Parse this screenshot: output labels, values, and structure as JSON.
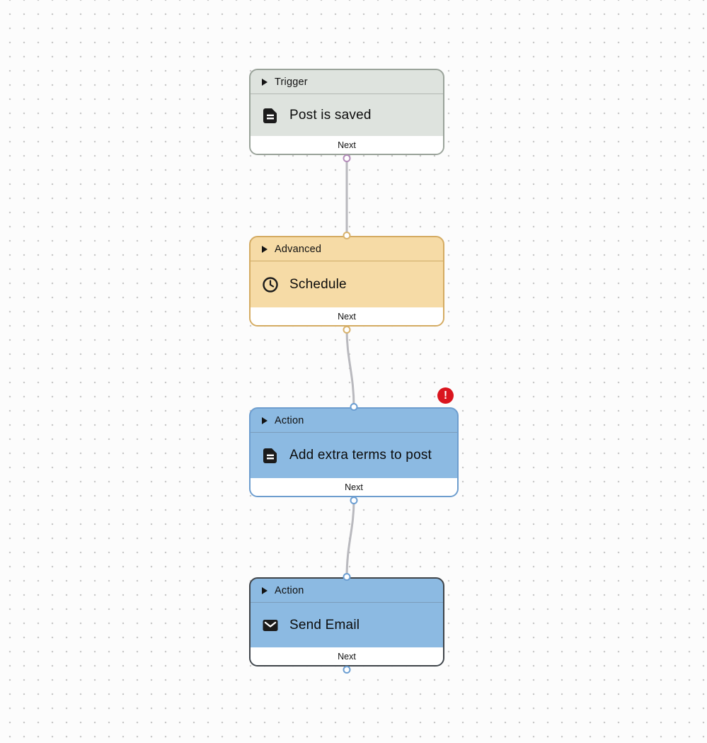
{
  "canvas": {
    "background_color": "#fcfcfc",
    "dot_color": "#c8c8c8",
    "connector_color": "#b9b9be"
  },
  "nodes": [
    {
      "category": "Trigger",
      "title": "Post is saved",
      "icon": "document-icon",
      "footer_label": "Next",
      "has_input_port": false,
      "has_output_port": true,
      "error_badge": false,
      "selected": false,
      "colors": {
        "fill": "#dee3de",
        "border": "#9aa39a",
        "divider": "#b2b7b2",
        "port": "#b48cba"
      }
    },
    {
      "category": "Advanced",
      "title": "Schedule",
      "icon": "clock-icon",
      "footer_label": "Next",
      "has_input_port": true,
      "has_output_port": true,
      "error_badge": false,
      "selected": false,
      "colors": {
        "fill": "#f6dba6",
        "border": "#d4ab62",
        "divider": "#cda964",
        "port": "#d8b26c"
      }
    },
    {
      "category": "Action",
      "title": "Add extra terms to post",
      "icon": "document-icon",
      "footer_label": "Next",
      "has_input_port": true,
      "has_output_port": true,
      "error_badge": true,
      "selected": false,
      "colors": {
        "fill": "#8cbae2",
        "border": "#6d9dce",
        "divider": "#7b9cba",
        "port": "#6b9ed2"
      }
    },
    {
      "category": "Action",
      "title": "Send Email",
      "icon": "mail-icon",
      "footer_label": "Next",
      "has_input_port": true,
      "has_output_port": true,
      "error_badge": false,
      "selected": true,
      "colors": {
        "fill": "#8cbae2",
        "border": "#3f4449",
        "divider": "#7b9cba",
        "port": "#6b9ed2"
      }
    }
  ],
  "error_badge": {
    "symbol": "!",
    "color": "#da151e"
  }
}
